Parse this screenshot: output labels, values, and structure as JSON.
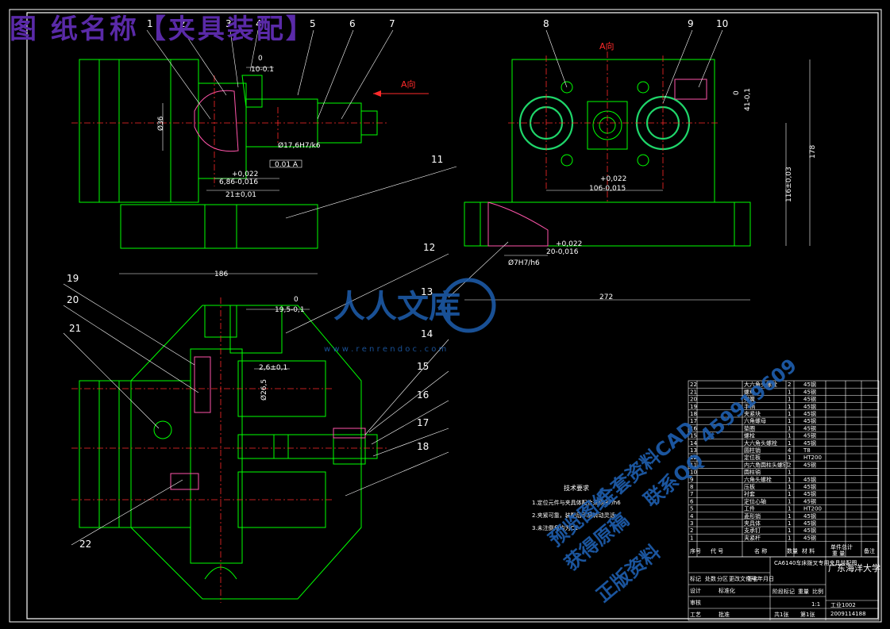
{
  "banner": {
    "title": "图 纸名称【夹具装配】"
  },
  "balloons": [
    "1",
    "2",
    "3",
    "4",
    "5",
    "6",
    "7",
    "8",
    "9",
    "10",
    "11",
    "12",
    "13",
    "14",
    "15",
    "16",
    "17",
    "18",
    "19",
    "20",
    "21",
    "22"
  ],
  "view_label": "A向",
  "dimensions": {
    "top_tol": "0",
    "top_val": "10-0.1",
    "d17": "Ø17,6H7/k6",
    "flatness": "0.01 A",
    "d_plus": "+0,022",
    "d_686": "6,86-0,016",
    "d_21": "21±0,01",
    "d_186": "186",
    "d_tol_right": "0",
    "d_41": "41-0,1",
    "d_plus2": "+0,022",
    "d_106": "106-0,015",
    "d_178": "178",
    "d_116": "116±0,03",
    "d_plus3": "+0,022",
    "d_20": "20-0,016",
    "d_7h7": "Ø7H7/h6",
    "d_272": "272",
    "d_tol_bot": "0",
    "d_195": "19,5-0,1",
    "d_26": "2,6±0,1",
    "d_36": "Ø36",
    "d_265": "Ø26,5"
  },
  "title_block": {
    "university": "广东海洋大学",
    "drawing_name": "CA6140车床拨叉专用夹具装配图",
    "scale": "1:1",
    "sheets_total": "共1张",
    "sheet_no": "第1张",
    "code": "工业1002",
    "student_no": "2009114188",
    "headers": {
      "seq": "序号",
      "code": "代 号",
      "name": "名 称",
      "qty": "数量",
      "material": "材 料",
      "unit_weight": "单件总计",
      "weight": "重 量",
      "remark": "备注"
    },
    "parts": [
      {
        "no": "22",
        "name": "大六角头螺栓",
        "qty": "2",
        "mat": "45钢"
      },
      {
        "no": "21",
        "name": "螺母",
        "qty": "1",
        "mat": "45钢"
      },
      {
        "no": "20",
        "name": "弹簧",
        "qty": "1",
        "mat": "45钢"
      },
      {
        "no": "19",
        "name": "手柄",
        "qty": "1",
        "mat": "45钢"
      },
      {
        "no": "18",
        "name": "夹紧块",
        "qty": "1",
        "mat": "45钢"
      },
      {
        "no": "17",
        "name": "六角螺母",
        "qty": "1",
        "mat": "45钢"
      },
      {
        "no": "16",
        "name": "垫圈",
        "qty": "1",
        "mat": "45钢"
      },
      {
        "no": "15",
        "name": "螺栓",
        "qty": "1",
        "mat": "45钢"
      },
      {
        "no": "14",
        "name": "大六角头螺栓",
        "qty": "1",
        "mat": "45钢"
      },
      {
        "no": "13",
        "name": "圆柱销",
        "qty": "4",
        "mat": "T8"
      },
      {
        "no": "12",
        "name": "定位板",
        "qty": "1",
        "mat": "HT200"
      },
      {
        "no": "11",
        "name": "内六角圆柱头螺钉",
        "qty": "2",
        "mat": "45钢"
      },
      {
        "no": "10",
        "name": "圆柱销",
        "qty": "1",
        "mat": ""
      },
      {
        "no": "9",
        "name": "六角头螺栓",
        "qty": "1",
        "mat": "45钢"
      },
      {
        "no": "8",
        "name": "压板",
        "qty": "1",
        "mat": "45钢"
      },
      {
        "no": "7",
        "name": "衬套",
        "qty": "1",
        "mat": "45钢"
      },
      {
        "no": "6",
        "name": "定位心轴",
        "qty": "1",
        "mat": "45钢"
      },
      {
        "no": "5",
        "name": "工件",
        "qty": "1",
        "mat": "HT200"
      },
      {
        "no": "4",
        "name": "菱形销",
        "qty": "1",
        "mat": "45钢"
      },
      {
        "no": "3",
        "name": "夹具体",
        "qty": "1",
        "mat": "45钢"
      },
      {
        "no": "2",
        "name": "支承钉",
        "qty": "1",
        "mat": "45钢"
      },
      {
        "no": "1",
        "name": "夹紧杆",
        "qty": "1",
        "mat": "45钢"
      }
    ],
    "row_labels": [
      "标记",
      "处数",
      "分区",
      "更改文件号",
      "签名",
      "年月日",
      "设计",
      "标准化",
      "审核",
      "工艺",
      "批准"
    ],
    "stage_label": "阶段标记",
    "weight_label": "重量",
    "ratio_label": "比例"
  },
  "notes": {
    "heading": "技术要求",
    "lines": [
      "1.定位元件与夹具体配合采用H7/h6",
      "2.夹紧可靠，装配后手柄转动灵活",
      "3.未注倒角均为C1"
    ]
  },
  "watermark": {
    "logo_text": "人人文库",
    "url": "w w w . r e n r e n d o c . c o m",
    "promo_lines": [
      "预览图纸",
      "全套资料CAD",
      "获得原稿",
      "联系QQ",
      "459919609",
      "正版资料"
    ]
  },
  "colors": {
    "outline": "#00ff00",
    "center": "#ff2a2a",
    "dim": "#ffffff",
    "hatch": "#ff55aa",
    "watermark": "#1e5fb0",
    "banner": "#5a2aa8",
    "green_part": "#1fd66a"
  }
}
